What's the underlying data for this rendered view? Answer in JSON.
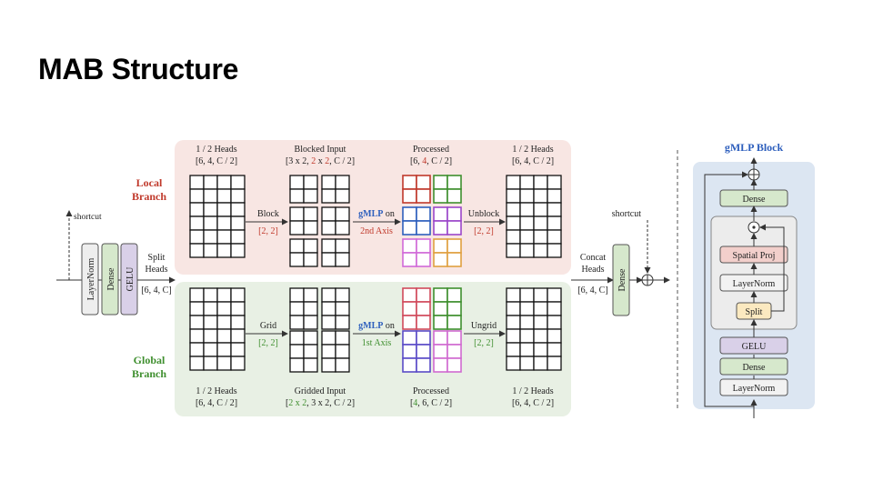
{
  "slide": {
    "title": "MAB Structure"
  },
  "colors": {
    "local_panel": "#f8e6e3",
    "global_panel": "#e8f0e4",
    "gmlp_panel": "#dce6f2",
    "red": "#c0392b",
    "green": "#3f8f2f",
    "blue": "#2e5fbd",
    "dense_fill": "#d6e8cc",
    "gelu_fill": "#d9d0e8",
    "spatial_fill": "#f2cfcb",
    "split_fill": "#fbe9c0"
  },
  "left": {
    "shortcut": "shortcut",
    "layernorm": "LayerNorm",
    "dense": "Dense",
    "gelu": "GELU",
    "split_heads_1": "Split",
    "split_heads_2": "Heads",
    "split_shape": "[6, 4, C]"
  },
  "local": {
    "label_1": "Local",
    "label_2": "Branch",
    "heads_title": "1 / 2 Heads",
    "heads_shape": "[6, 4, C / 2]",
    "blocked_title": "Blocked Input",
    "blocked_shape_a": "[3 x 2, ",
    "blocked_shape_b": "2",
    "blocked_shape_c": " x ",
    "blocked_shape_d": "2",
    "blocked_shape_e": ", C / 2]",
    "block_op": "Block",
    "block_param": "[2, 2]",
    "gmlp_on_a": "gMLP",
    "gmlp_on_b": " on",
    "axis": "2nd Axis",
    "processed_title": "Processed",
    "processed_a": "[6, ",
    "processed_b": "4",
    "processed_c": ", C / 2]",
    "unblock_op": "Unblock",
    "unblock_param": "[2, 2]",
    "out_title": "1 / 2 Heads",
    "out_shape": "[6, 4, C / 2]"
  },
  "global": {
    "label_1": "Global",
    "label_2": "Branch",
    "heads_title": "1 / 2 Heads",
    "heads_shape": "[6, 4, C / 2]",
    "gridded_title": "Gridded Input",
    "gridded_a": "[",
    "gridded_b": "2 x 2",
    "gridded_c": ", 3 x 2, C / 2]",
    "grid_op": "Grid",
    "grid_param": "[2, 2]",
    "gmlp_on_a": "gMLP",
    "gmlp_on_b": " on",
    "axis": "1st Axis",
    "processed_title": "Processed",
    "processed_a": "[",
    "processed_b": "4",
    "processed_c": ", 6, C / 2]",
    "ungrid_op": "Ungrid",
    "ungrid_param": "[2, 2]",
    "out_title": "1 / 2 Heads",
    "out_shape": "[6, 4, C / 2]"
  },
  "right": {
    "concat_1": "Concat",
    "concat_2": "Heads",
    "concat_shape": "[6, 4, C]",
    "dense": "Dense",
    "shortcut": "shortcut"
  },
  "gmlp_block": {
    "title": "gMLP Block",
    "dense_top": "Dense",
    "spatial_proj": "Spatial Proj",
    "layernorm_inner": "LayerNorm",
    "split": "Split",
    "gelu": "GELU",
    "dense": "Dense",
    "layernorm": "LayerNorm"
  }
}
